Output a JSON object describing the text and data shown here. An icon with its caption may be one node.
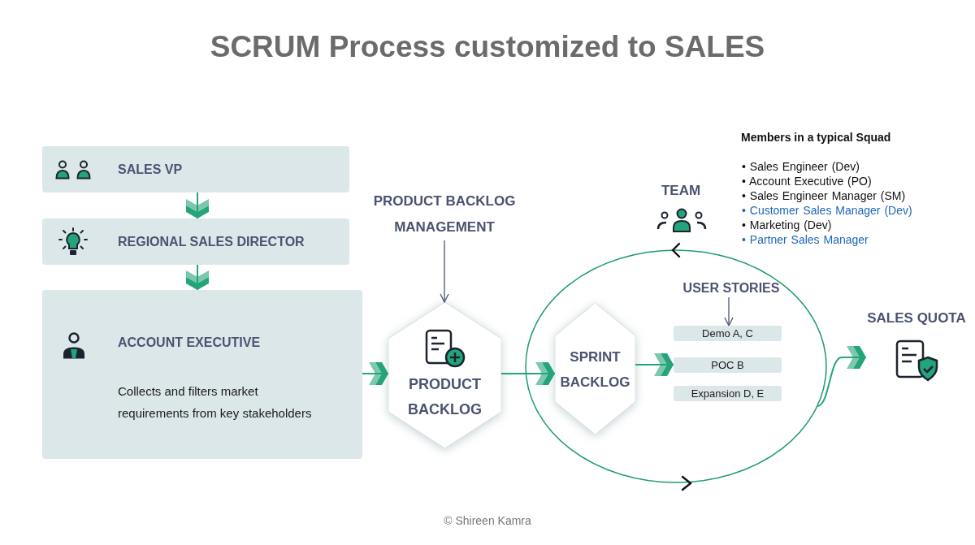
{
  "diagram": {
    "title": "SCRUM Process customized to SALES",
    "caption": "© Shireen Kamra",
    "nodes": [
      {
        "text": [
          "SALES VP"
        ]
      },
      {
        "text": [
          "REGIONAL SALES DIRECTOR"
        ]
      },
      {
        "text": [
          "ACCOUNT EXECUTIVE",
          "Collects and filters market requirements from key stakeholders"
        ]
      },
      {
        "text": [
          "PRODUCT BACKLOG MANAGEMENT"
        ]
      },
      {
        "text": [
          "PRODUCT BACKLOG"
        ]
      },
      {
        "text": [],
        "shape": "circle"
      },
      {
        "text": [
          "SPRINT BACKLOG"
        ],
        "in": 5
      },
      {
        "text": [
          "USER STORIES"
        ],
        "in": 5
      },
      {
        "text": [
          "Demo A, C"
        ],
        "in": 5
      },
      {
        "text": [
          "POC B"
        ],
        "in": 5
      },
      {
        "text": [
          "Expansion D, E"
        ],
        "in": 5
      },
      {
        "text": [
          "SALES QUOTA"
        ]
      }
    ],
    "edges": [
      {
        "from": 0,
        "to": 1,
        "arrow": "to"
      },
      {
        "from": 1,
        "to": 2,
        "arrow": "to"
      },
      {
        "from": 2,
        "to": 4,
        "arrow": "to"
      },
      {
        "from": 3,
        "to": 4,
        "arrow": "to",
        "color": "#4b5272"
      },
      {
        "from": 4,
        "to": 6,
        "arrow": "to"
      },
      {
        "from": 6,
        "to": 9,
        "arrow": "to"
      },
      {
        "from": 7,
        "to": 8,
        "arrow": "to",
        "color": "#4b5272"
      },
      {
        "from": 5,
        "to": 11,
        "arrow": "to"
      }
    ],
    "labels": [
      "TEAM",
      "Members in a typical Squad",
      "• Sales Engineer (Dev)",
      "• Account Executive (PO)",
      "• Sales Engineer Manager (SM)",
      "• Customer Sales Manager (Dev)",
      "• Marketing (Dev)",
      "• Partner Sales Manager"
    ]
  }
}
